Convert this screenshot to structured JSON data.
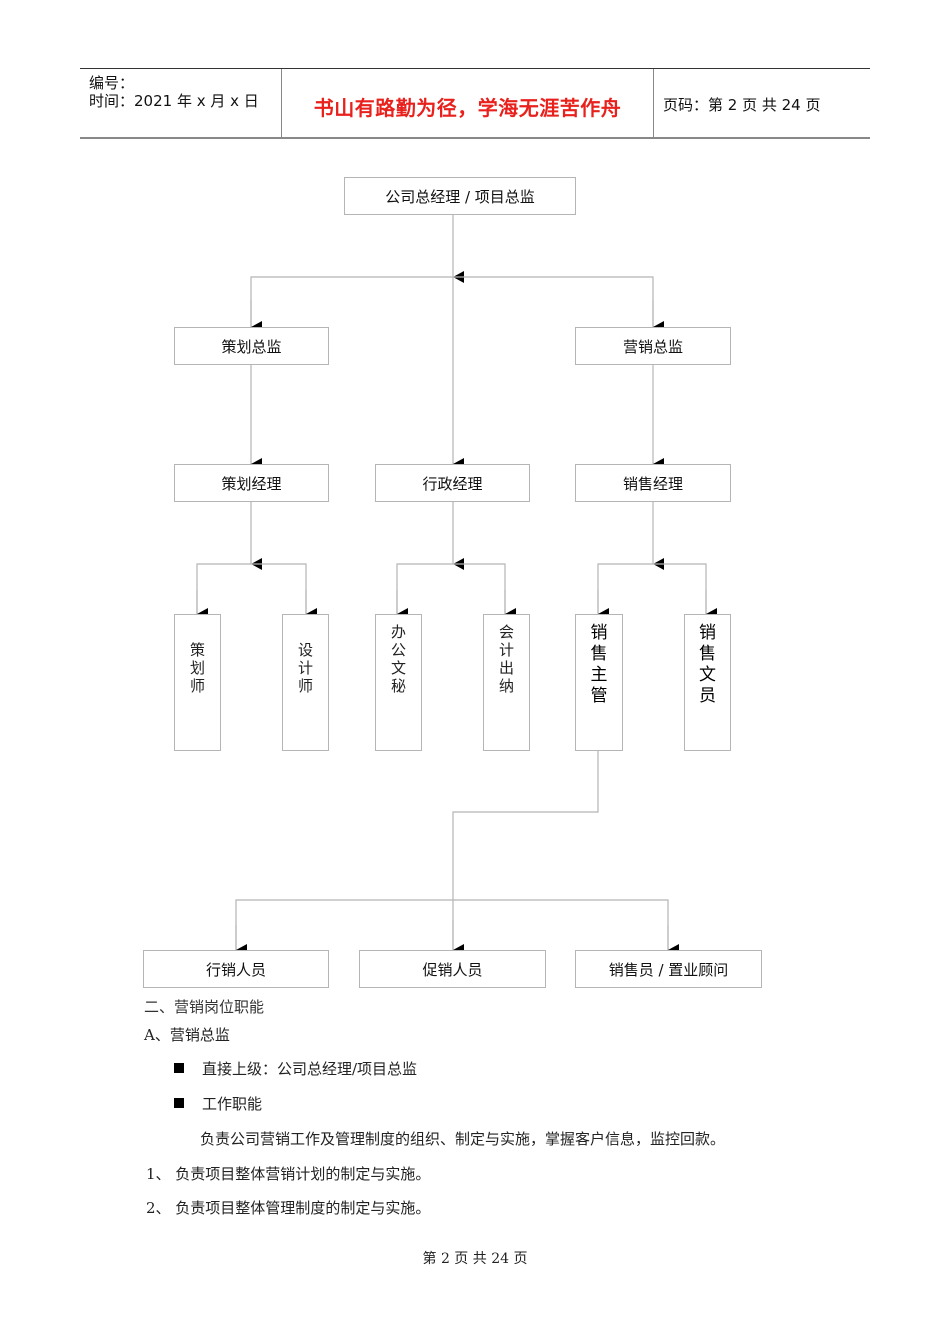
{
  "header": {
    "serial_label": "编号：",
    "date_label": "时间：2021 年 x 月 x 日",
    "motto": "书山有路勤为径，学海无涯苦作舟",
    "page_info": "页码：第 2 页  共 24 页"
  },
  "org_chart": {
    "root": "公司总经理 / 项目总监",
    "directors": [
      "策划总监",
      "营销总监"
    ],
    "managers": [
      "策划经理",
      "行政经理",
      "销售经理"
    ],
    "staff": [
      "策划师",
      "设计师",
      "办公文秘",
      "会计出纳",
      "销售主管",
      "销售文员"
    ],
    "sales_team": [
      "行销人员",
      "促销人员",
      "销售员 / 置业顾问"
    ]
  },
  "section": {
    "heading": "二、营销岗位职能",
    "role_title": "A、营销总监",
    "bullets": [
      "直接上级：公司总经理/项目总监",
      "工作职能"
    ],
    "summary": "负责公司营销工作及管理制度的组织、制定与实施，掌握客户信息，监控回款。",
    "items": [
      "1、 负责项目整体营销计划的制定与实施。",
      "2、 负责项目整体管理制度的制定与实施。"
    ]
  },
  "footer": {
    "page_text": "第 2 页 共 24 页"
  },
  "colors": {
    "motto": "#e8211d",
    "line": "#b5b5b5"
  }
}
